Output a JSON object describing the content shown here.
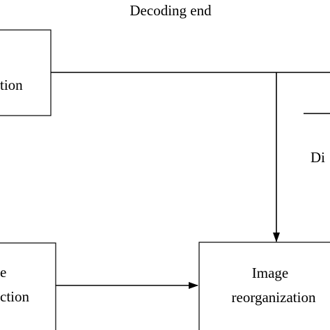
{
  "diagram": {
    "title": "Decoding end",
    "blocks": {
      "top_left_label": "tion",
      "bottom_left_label_line1": "e",
      "bottom_left_label_line2": "ction",
      "reorg_label_line1": "Image",
      "reorg_label_line2": "reorganization"
    },
    "right_edge_text": "Di"
  },
  "colors": {
    "stroke": "#000000",
    "background": "#ffffff",
    "text": "#000000"
  }
}
